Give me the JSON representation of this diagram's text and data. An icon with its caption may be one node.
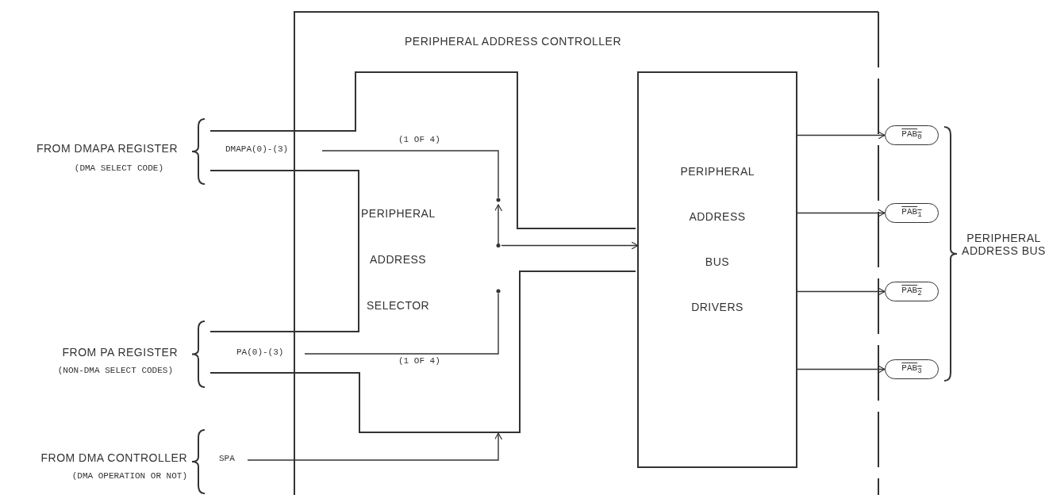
{
  "diagram": {
    "nodes": [
      {
        "text": [
          "PERIPHERAL ADDRESS CONTROLLER"
        ]
      },
      {
        "text": [
          "PERIPHERAL ADDRESS SELECTOR"
        ]
      },
      {
        "text": [
          "PERIPHERAL ADDRESS BUS DRIVERS"
        ],
        "in": 0
      },
      {
        "text": [
          "PAB$_{0}$"
        ]
      },
      {
        "text": [
          "PAB$_{1}$"
        ]
      },
      {
        "text": [
          "PAB$_{2}$"
        ]
      },
      {
        "text": [
          "PAB$_{3}$"
        ]
      },
      {
        "text": [
          "DMAPA(0)-(3)"
        ],
        "in": 1
      },
      {
        "text": [
          "PA(0)-(3)"
        ],
        "in": 1
      },
      {
        "text": [
          "SPA"
        ]
      },
      {
        "text": [],
        "shape": "switch",
        "in": 1
      }
    ],
    "edges": [
      {
        "from": 7,
        "to": 10,
        "arrow": "none",
        "label": "(1 OF 4)"
      },
      {
        "from": 8,
        "to": 10,
        "arrow": "none",
        "label": "(1 OF 4)"
      },
      {
        "from": 9,
        "to": 1,
        "arrow": "to"
      },
      {
        "from": 10,
        "to": 2,
        "arrow": "to"
      },
      {
        "from": 2,
        "to": 3,
        "arrow": "to"
      },
      {
        "from": 2,
        "to": 4,
        "arrow": "to"
      },
      {
        "from": 2,
        "to": 5,
        "arrow": "to"
      },
      {
        "from": 2,
        "to": 6,
        "arrow": "to"
      }
    ],
    "labels": [
      "FROM DMAPA REGISTER",
      "(DMA SELECT CODE)",
      "PERIPHERAL ADDRESS BUS",
      "FROM PA REGISTER",
      "(NON-DMA SELECT CODES)",
      "FROM DMA CONTROLLER",
      "(DMA OPERATION OR NOT)"
    ]
  }
}
